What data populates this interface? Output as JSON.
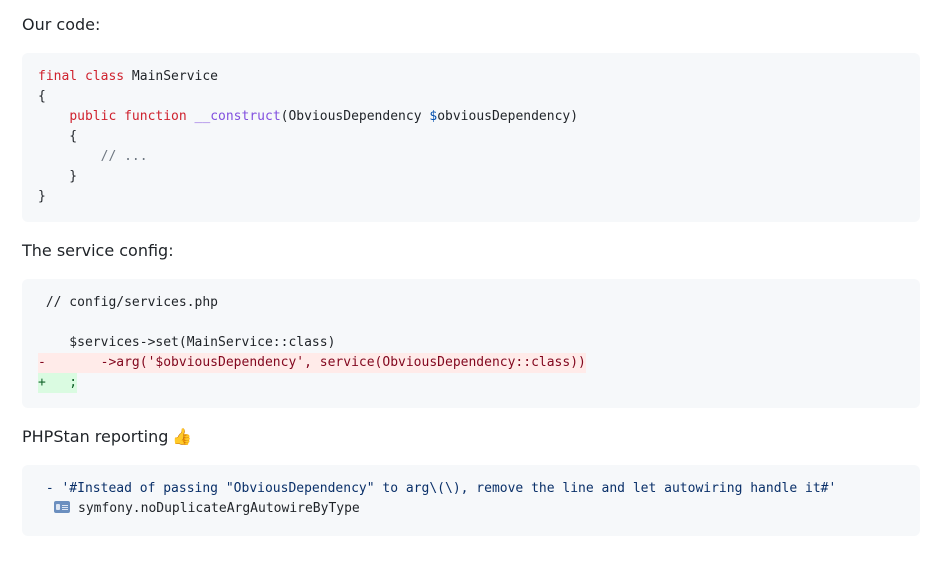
{
  "section1": {
    "heading": "Our code:",
    "code": {
      "l1_kw": "final class",
      "l1_name": " MainService",
      "l2": "{",
      "l3_indent": "    ",
      "l3_kw": "public function",
      "l3_space": " ",
      "l3_fn": "__construct",
      "l3_open": "(ObviousDependency ",
      "l3_var_sigil": "$",
      "l3_var": "obviousDependency",
      "l3_close": ")",
      "l4": "    {",
      "l5_indent": "        ",
      "l5_comment": "// ...",
      "l6": "    }",
      "l7": "}"
    }
  },
  "section2": {
    "heading": "The service config:",
    "code": {
      "comment": " // config/services.php",
      "set_line": "    $services->set(MainService::class)",
      "removed_line": "-       ->arg('$obviousDependency', service(ObviousDependency::class))",
      "added_line": "+   ;"
    }
  },
  "section3": {
    "heading": "PHPStan reporting",
    "heading_icon": "thumbs-up-icon",
    "output": {
      "message": " - '#Instead of passing \"ObviousDependency\" to arg\\(\\), remove the line and let autowiring handle it#'",
      "identifier_icon": "id-card-icon",
      "identifier": "symfony.noDuplicateArgAutowireByType"
    }
  }
}
